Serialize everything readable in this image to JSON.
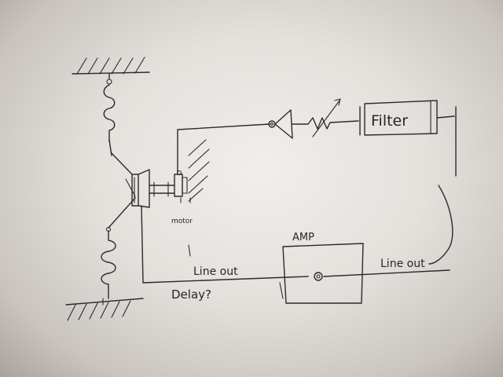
{
  "labels": {
    "filter": "Filter",
    "amp": "AMP",
    "motor": "motor",
    "line_out_left": "Line out",
    "line_out_right": "Line out",
    "delay": "Delay?"
  },
  "colors": {
    "ink": "#2b2a30",
    "paper": "#ece8e4",
    "background": "#6f6a66"
  }
}
